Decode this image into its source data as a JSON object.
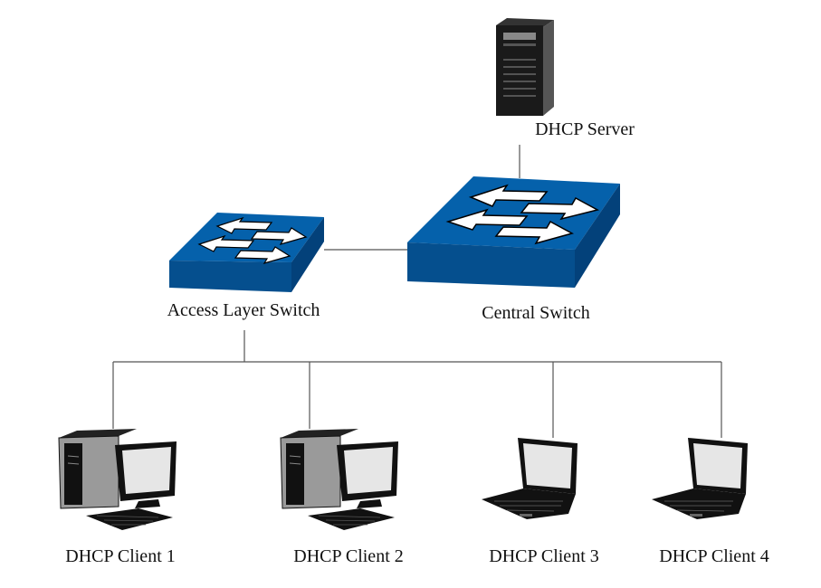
{
  "nodes": {
    "server": {
      "label": "DHCP Server",
      "icon": "server-icon"
    },
    "central": {
      "label": "Central Switch",
      "icon": "switch-icon"
    },
    "access": {
      "label": "Access Layer Switch",
      "icon": "switch-icon"
    },
    "clients": [
      {
        "label": "DHCP Client 1",
        "icon": "desktop-pc-icon"
      },
      {
        "label": "DHCP Client 2",
        "icon": "desktop-pc-icon"
      },
      {
        "label": "DHCP Client 3",
        "icon": "laptop-icon"
      },
      {
        "label": "DHCP Client 4",
        "icon": "laptop-icon"
      }
    ]
  },
  "colors": {
    "switch_top": "#0561ab",
    "switch_front": "#054f8e",
    "switch_side": "#03417a",
    "line": "#555555"
  }
}
